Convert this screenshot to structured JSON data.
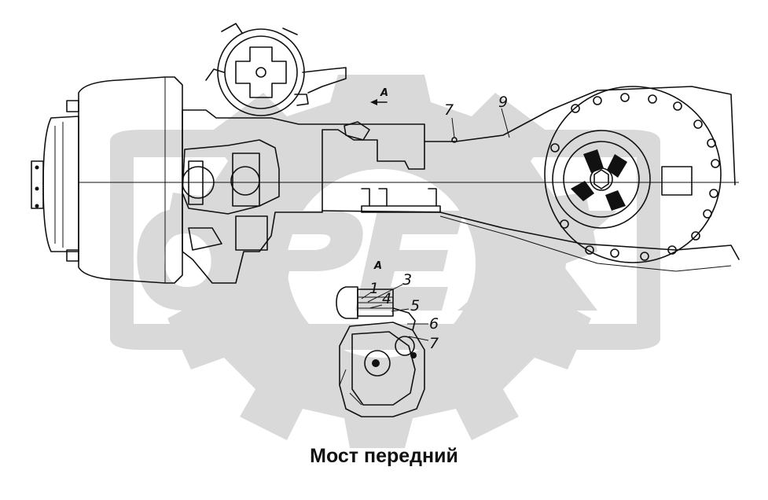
{
  "figure": {
    "caption": "Мост передний",
    "view_labels": [
      "A",
      "A"
    ],
    "callouts": [
      "1",
      "3",
      "4",
      "5",
      "6",
      "7",
      "7",
      "9"
    ],
    "watermark": {
      "text": "OPEX",
      "color": "#d9d9d9",
      "icon": "gear-icon"
    }
  }
}
